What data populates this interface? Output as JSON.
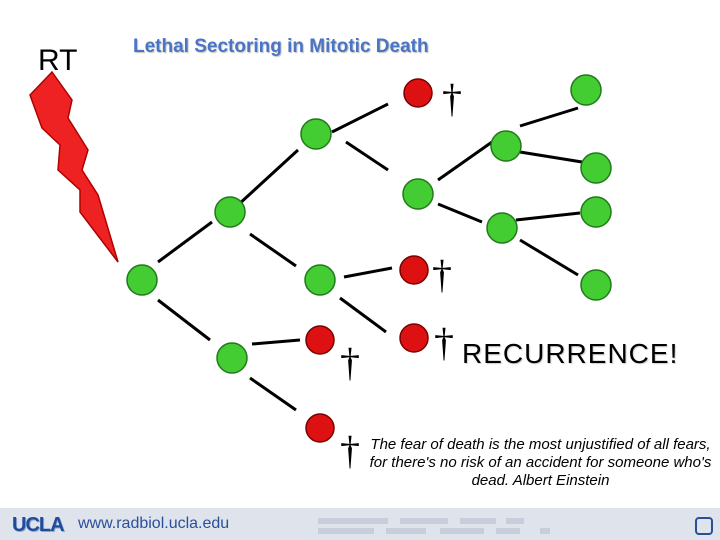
{
  "slide": {
    "rt_label": "RT",
    "title": "Lethal Sectoring in Mitotic Death",
    "recurrence_label": "RECURRENCE!",
    "quote": "The fear of death is the most unjustified of all fears, for there's no risk of an accident for someone who's dead.  Albert Einstein",
    "dagger_symbol": "†",
    "footer": {
      "logo_text": "UCLA",
      "url": "www.radbiol.ucla.edu"
    }
  },
  "colors": {
    "live_cell": "#44cc33",
    "dead_cell": "#dd1111",
    "title": "#4a74c4",
    "lightning": "#ee2222"
  },
  "icons": {
    "radiation": "lightning-bolt-icon",
    "death_marker": "dagger-icon"
  }
}
